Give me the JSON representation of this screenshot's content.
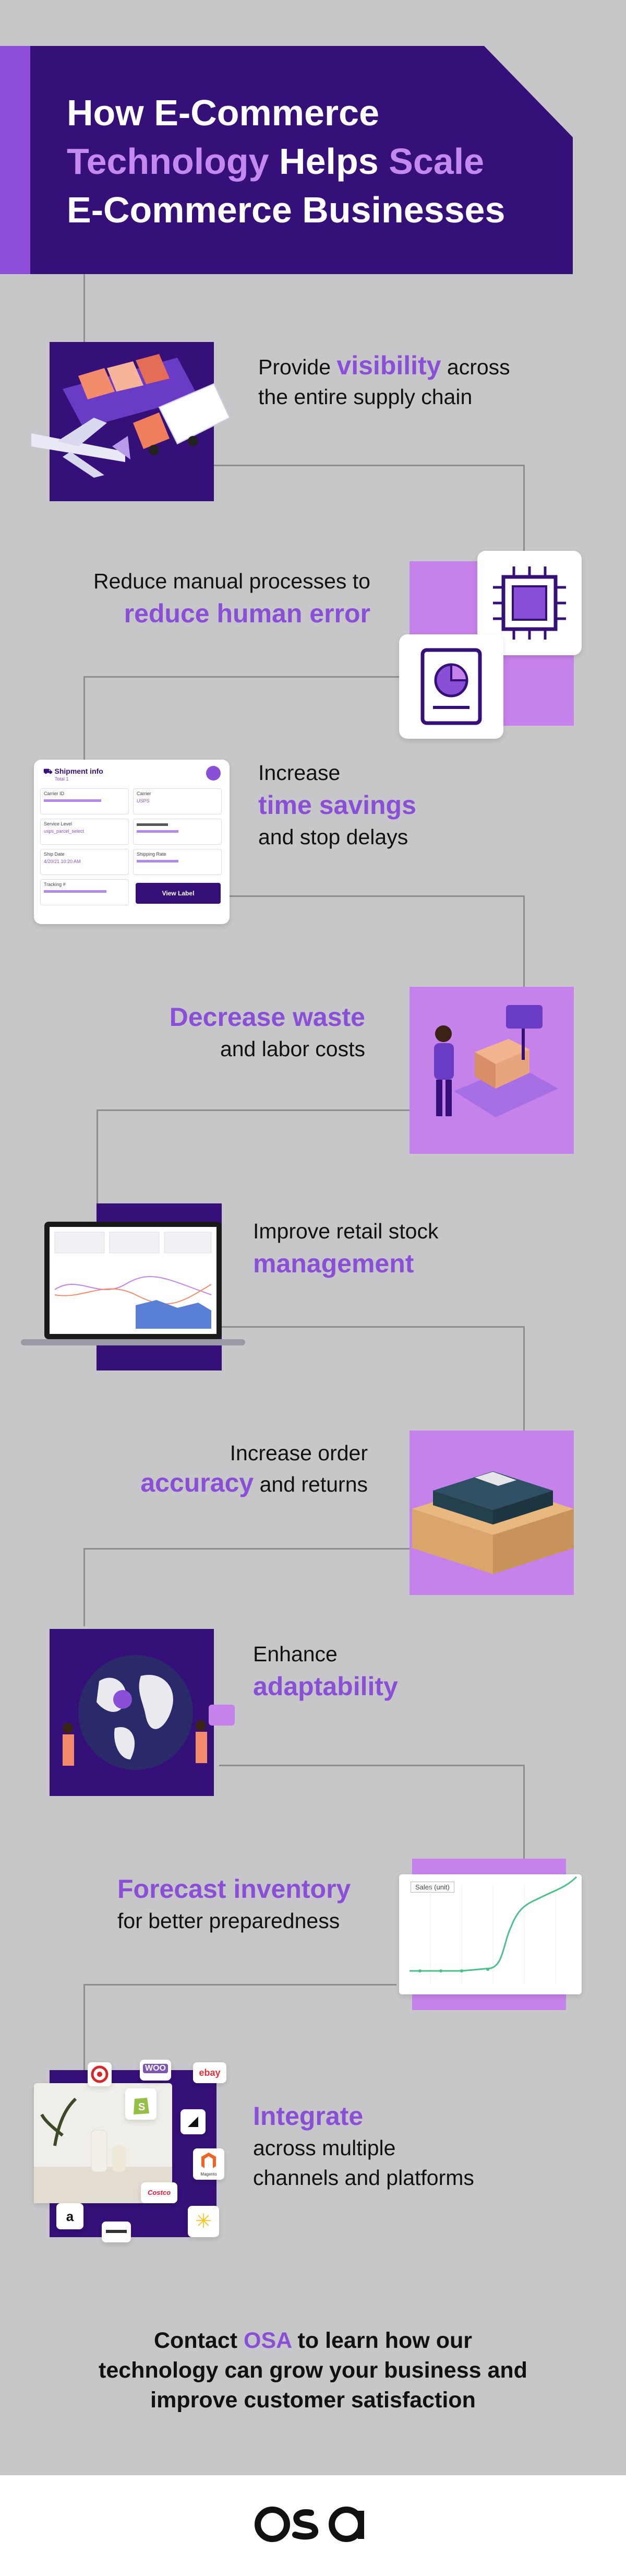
{
  "header": {
    "line1": "How E-Commerce",
    "line2_a": "Technology",
    "line2_b": " Helps ",
    "line2_c": "Scale",
    "line3": "E-Commerce Businesses"
  },
  "items": [
    {
      "pre": "Provide ",
      "hl": "visibility",
      "post": " across",
      "line2": "the entire supply chain"
    },
    {
      "pre": "Reduce manual processes to",
      "hl": "reduce human error"
    },
    {
      "pre": "Increase",
      "hl": "time savings",
      "post": "and stop delays"
    },
    {
      "hl": "Decrease waste",
      "post": "and labor costs"
    },
    {
      "pre": "Improve retail stock",
      "hl": "management"
    },
    {
      "pre": "Increase order",
      "hl": "accuracy",
      "post": " and returns"
    },
    {
      "pre": "Enhance",
      "hl": "adaptability"
    },
    {
      "hl": "Forecast inventory",
      "post": "for better preparedness"
    },
    {
      "hl": "Integrate",
      "post": "across multiple",
      "line2": "channels and platforms"
    }
  ],
  "shipment_card": {
    "title": "Shipment info",
    "subtitle": "Total 1",
    "carrier_label": "Carrier",
    "carrier_value": "USPS",
    "service_label": "Service Level",
    "service_value": "usps_parcel_select",
    "ship_date_label": "Ship Date",
    "ship_date_value": "4/20/21 10:20 AM",
    "shipping_rate_label": "Shipping Rate",
    "tracking_label": "Tracking #",
    "view_label": "View Label"
  },
  "forecast_chart": {
    "legend": "Sales (unit)"
  },
  "brands": [
    "WOO",
    "ebay",
    "amazon",
    "Magento",
    "Costco"
  ],
  "cta": {
    "a": "Contact ",
    "osa": "OSA",
    "b": " to learn how our",
    "line2": "technology can grow your business and",
    "line3": "improve customer satisfaction"
  },
  "footer": {
    "logo": "osa"
  }
}
